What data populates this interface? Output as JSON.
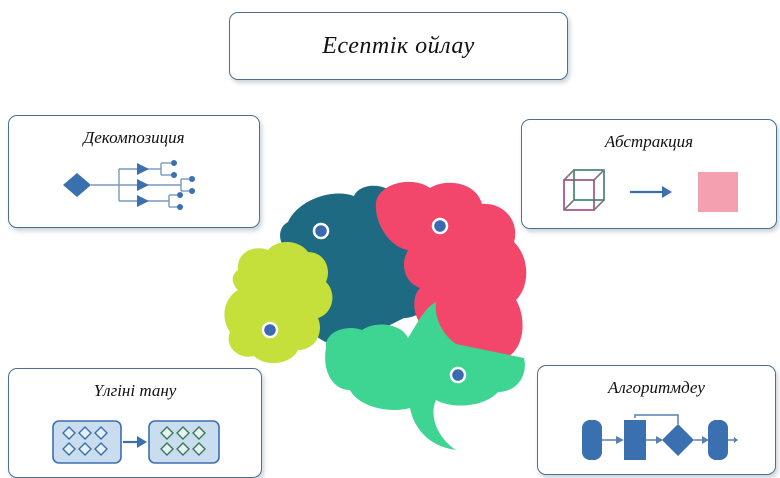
{
  "title": "Есептік ойлау",
  "concepts": {
    "decomposition": {
      "label": "Декомпозиция",
      "icon": "decomposition-tree-icon"
    },
    "abstraction": {
      "label": "Абстракция",
      "icon": "cube-to-square-icon"
    },
    "pattern_recognition": {
      "label": "Үлгіні тану",
      "icon": "pattern-match-icon"
    },
    "algorithm": {
      "label": "Алгоритмдеу",
      "icon": "flowchart-icon"
    }
  },
  "colors": {
    "box_border": "#4d6f8f",
    "icon_blue": "#3a6fb0",
    "brain_teal": "#1d6a82",
    "brain_pink": "#f2476a",
    "brain_lime": "#c6e03b",
    "brain_green": "#3ed491",
    "abstraction_square": "#f5a0b0"
  }
}
